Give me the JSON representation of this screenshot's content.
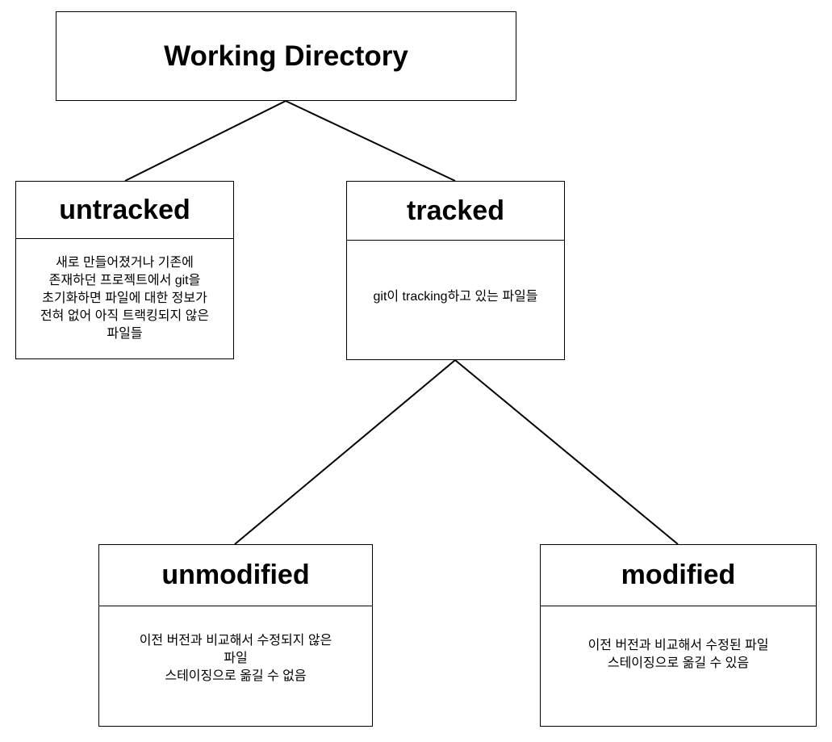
{
  "diagram": {
    "root": {
      "title": "Working Directory"
    },
    "untracked": {
      "title": "untracked",
      "description_lines": [
        "새로 만들어졌거나 기존에",
        "존재하던 프로젝트에서 git을",
        "초기화하면 파일에 대한 정보가",
        "전혀 없어 아직 트랙킹되지 않은",
        "파일들"
      ]
    },
    "tracked": {
      "title": "tracked",
      "description_lines": [
        "git이 tracking하고 있는 파일들"
      ]
    },
    "unmodified": {
      "title": "unmodified",
      "description_lines": [
        "이전 버전과 비교해서 수정되지 않은",
        "파일",
        "스테이징으로 옮길 수 없음"
      ]
    },
    "modified": {
      "title": "modified",
      "description_lines": [
        "이전 버전과 비교해서 수정된 파일",
        "스테이징으로 옮길 수 있음"
      ]
    },
    "colors": {
      "background": "#ffffff",
      "stroke": "#000000",
      "text": "#000000"
    }
  }
}
